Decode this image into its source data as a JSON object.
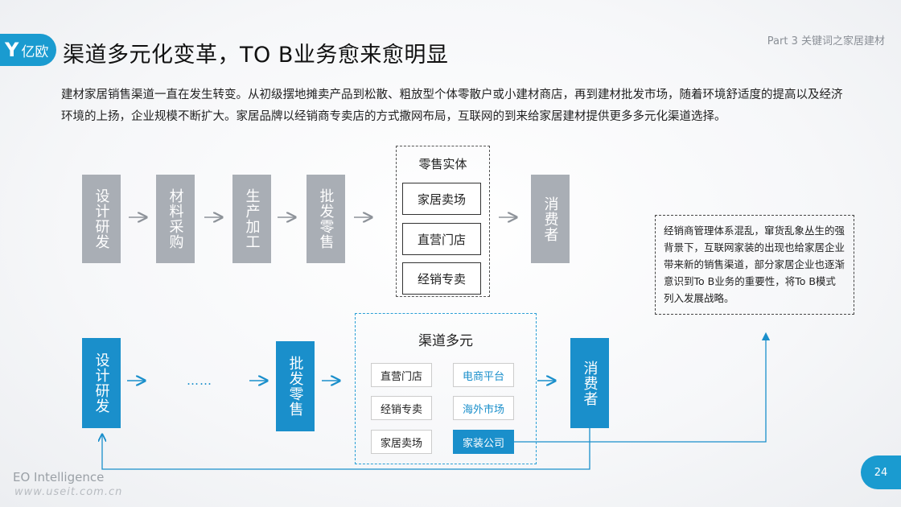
{
  "header": {
    "logo_text": "亿欧",
    "title": "渠道多元化变革，TO B业务愈来愈明显",
    "section": "Part 3 关键词之家居建材"
  },
  "description": "建材家居销售渠道一直在发生转变。从初级摆地摊卖产品到松散、粗放型个体零散户或小建材商店，再到建材批发市场，随着环境舒适度的提高以及经济环境的上扬，企业规模不断扩大。家居品牌以经销商专卖店的方式撒网布局，互联网的到来给家居建材提供更多多元化渠道选择。",
  "top_flow": {
    "steps": [
      "设计研发",
      "材料采购",
      "生产加工",
      "批发零售"
    ],
    "retail_group": {
      "title": "零售实体",
      "items": [
        "家居卖场",
        "直营门店",
        "经销专卖"
      ]
    },
    "end": "消费者"
  },
  "bottom_flow": {
    "start": "设计研发",
    "ellipsis": "……",
    "wholesale": "批发零售",
    "channel_group": {
      "title": "渠道多元",
      "left_items": [
        "直营门店",
        "经销专卖",
        "家居卖场"
      ],
      "right_items": [
        "电商平台",
        "海外市场",
        "家装公司"
      ]
    },
    "end": "消费者"
  },
  "note": "经销商管理体系混乱，窜货乱象丛生的强背景下，互联网家装的出现也给家居企业带来新的销售渠道，部分家居企业也逐渐意识到To B业务的重要性，将To B模式列入发展战略。",
  "footer": {
    "brand": "EO Intelligence",
    "watermark": "www.useit.com.cn",
    "page": "24"
  },
  "colors": {
    "accent": "#1a8fcb",
    "gray_box": "#a9aeb5"
  }
}
